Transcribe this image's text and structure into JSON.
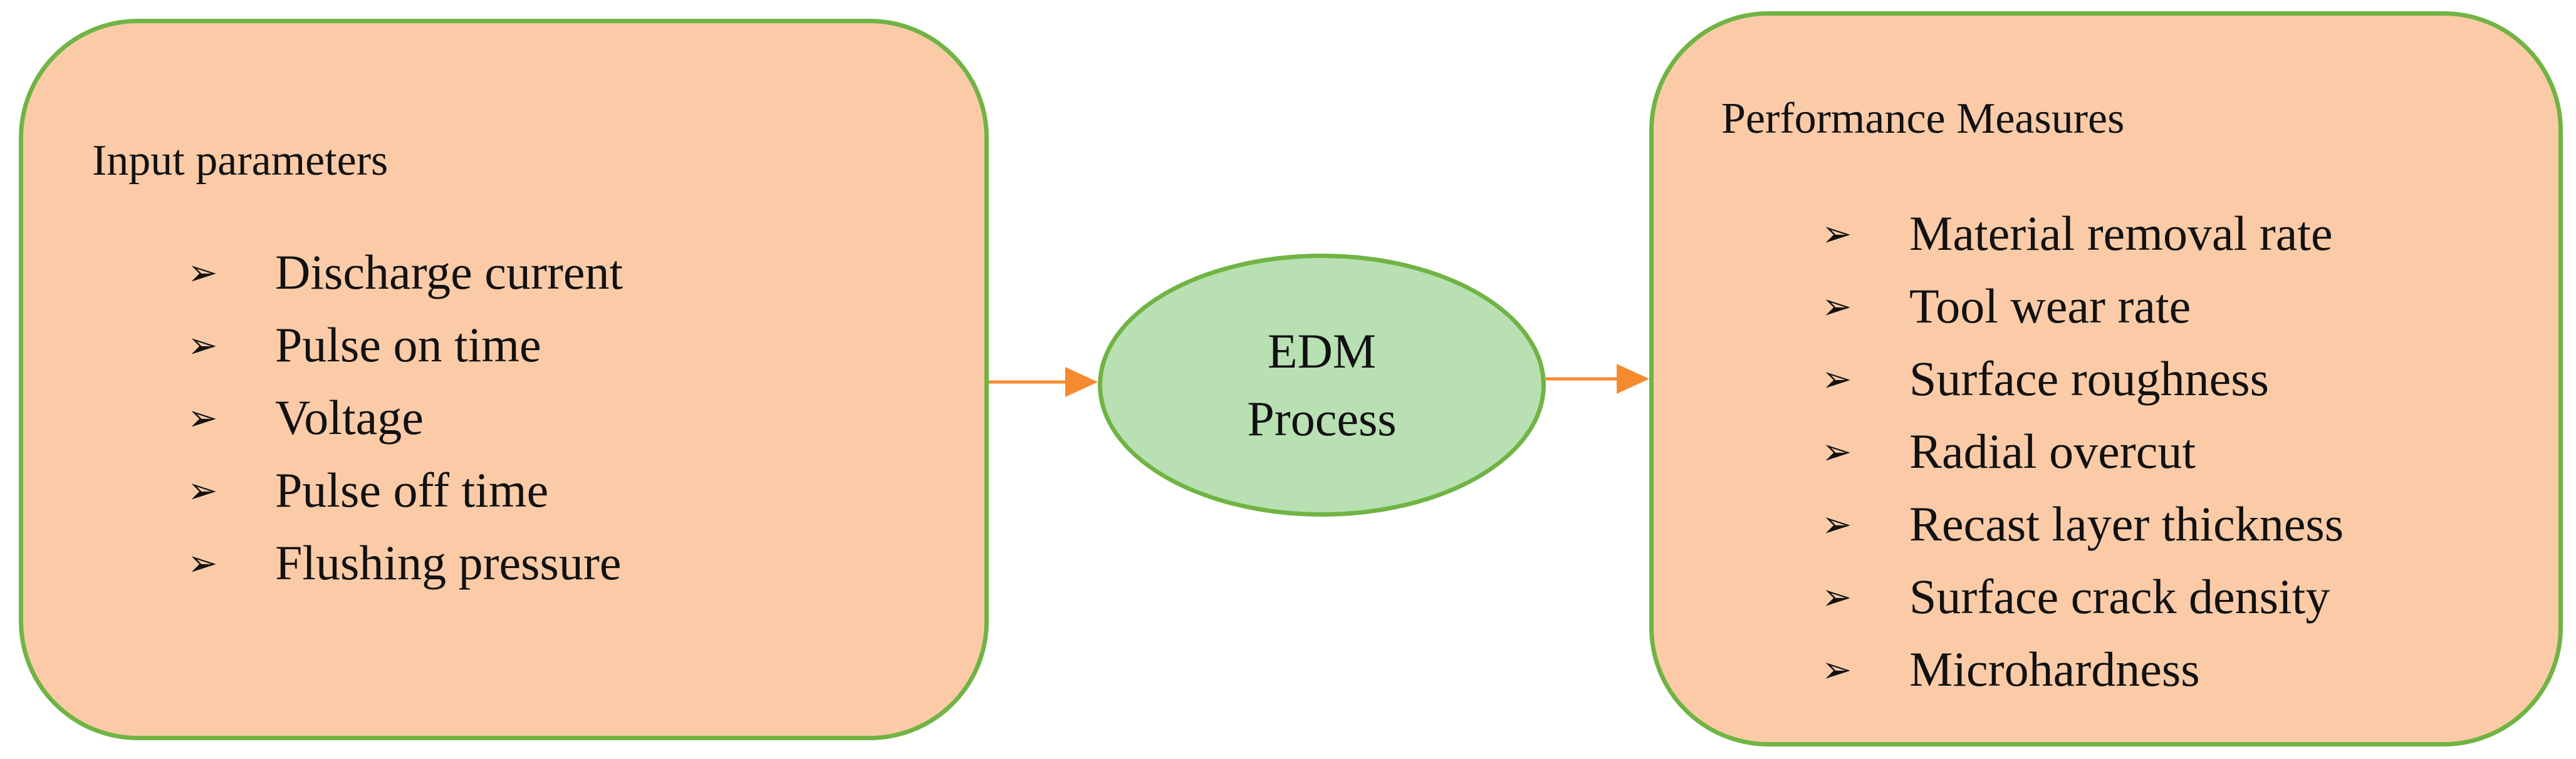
{
  "input": {
    "title": "Input parameters",
    "bullet_symbol": "➢",
    "items": [
      "Discharge current",
      "Pulse on time",
      "Voltage",
      "Pulse off time",
      "Flushing pressure"
    ]
  },
  "process": {
    "line1": "EDM",
    "line2": "Process"
  },
  "output": {
    "title": "Performance Measures",
    "bullet_symbol": "➢",
    "items": [
      "Material removal rate",
      "Tool wear rate",
      "Surface roughness",
      "Radial overcut",
      "Recast layer thickness",
      "Surface crack density",
      "Microhardness"
    ]
  },
  "colors": {
    "box_fill": "#fbcba8",
    "box_border": "#70b443",
    "ellipse_fill": "#b8e0b3",
    "arrow": "#f58a2f"
  }
}
